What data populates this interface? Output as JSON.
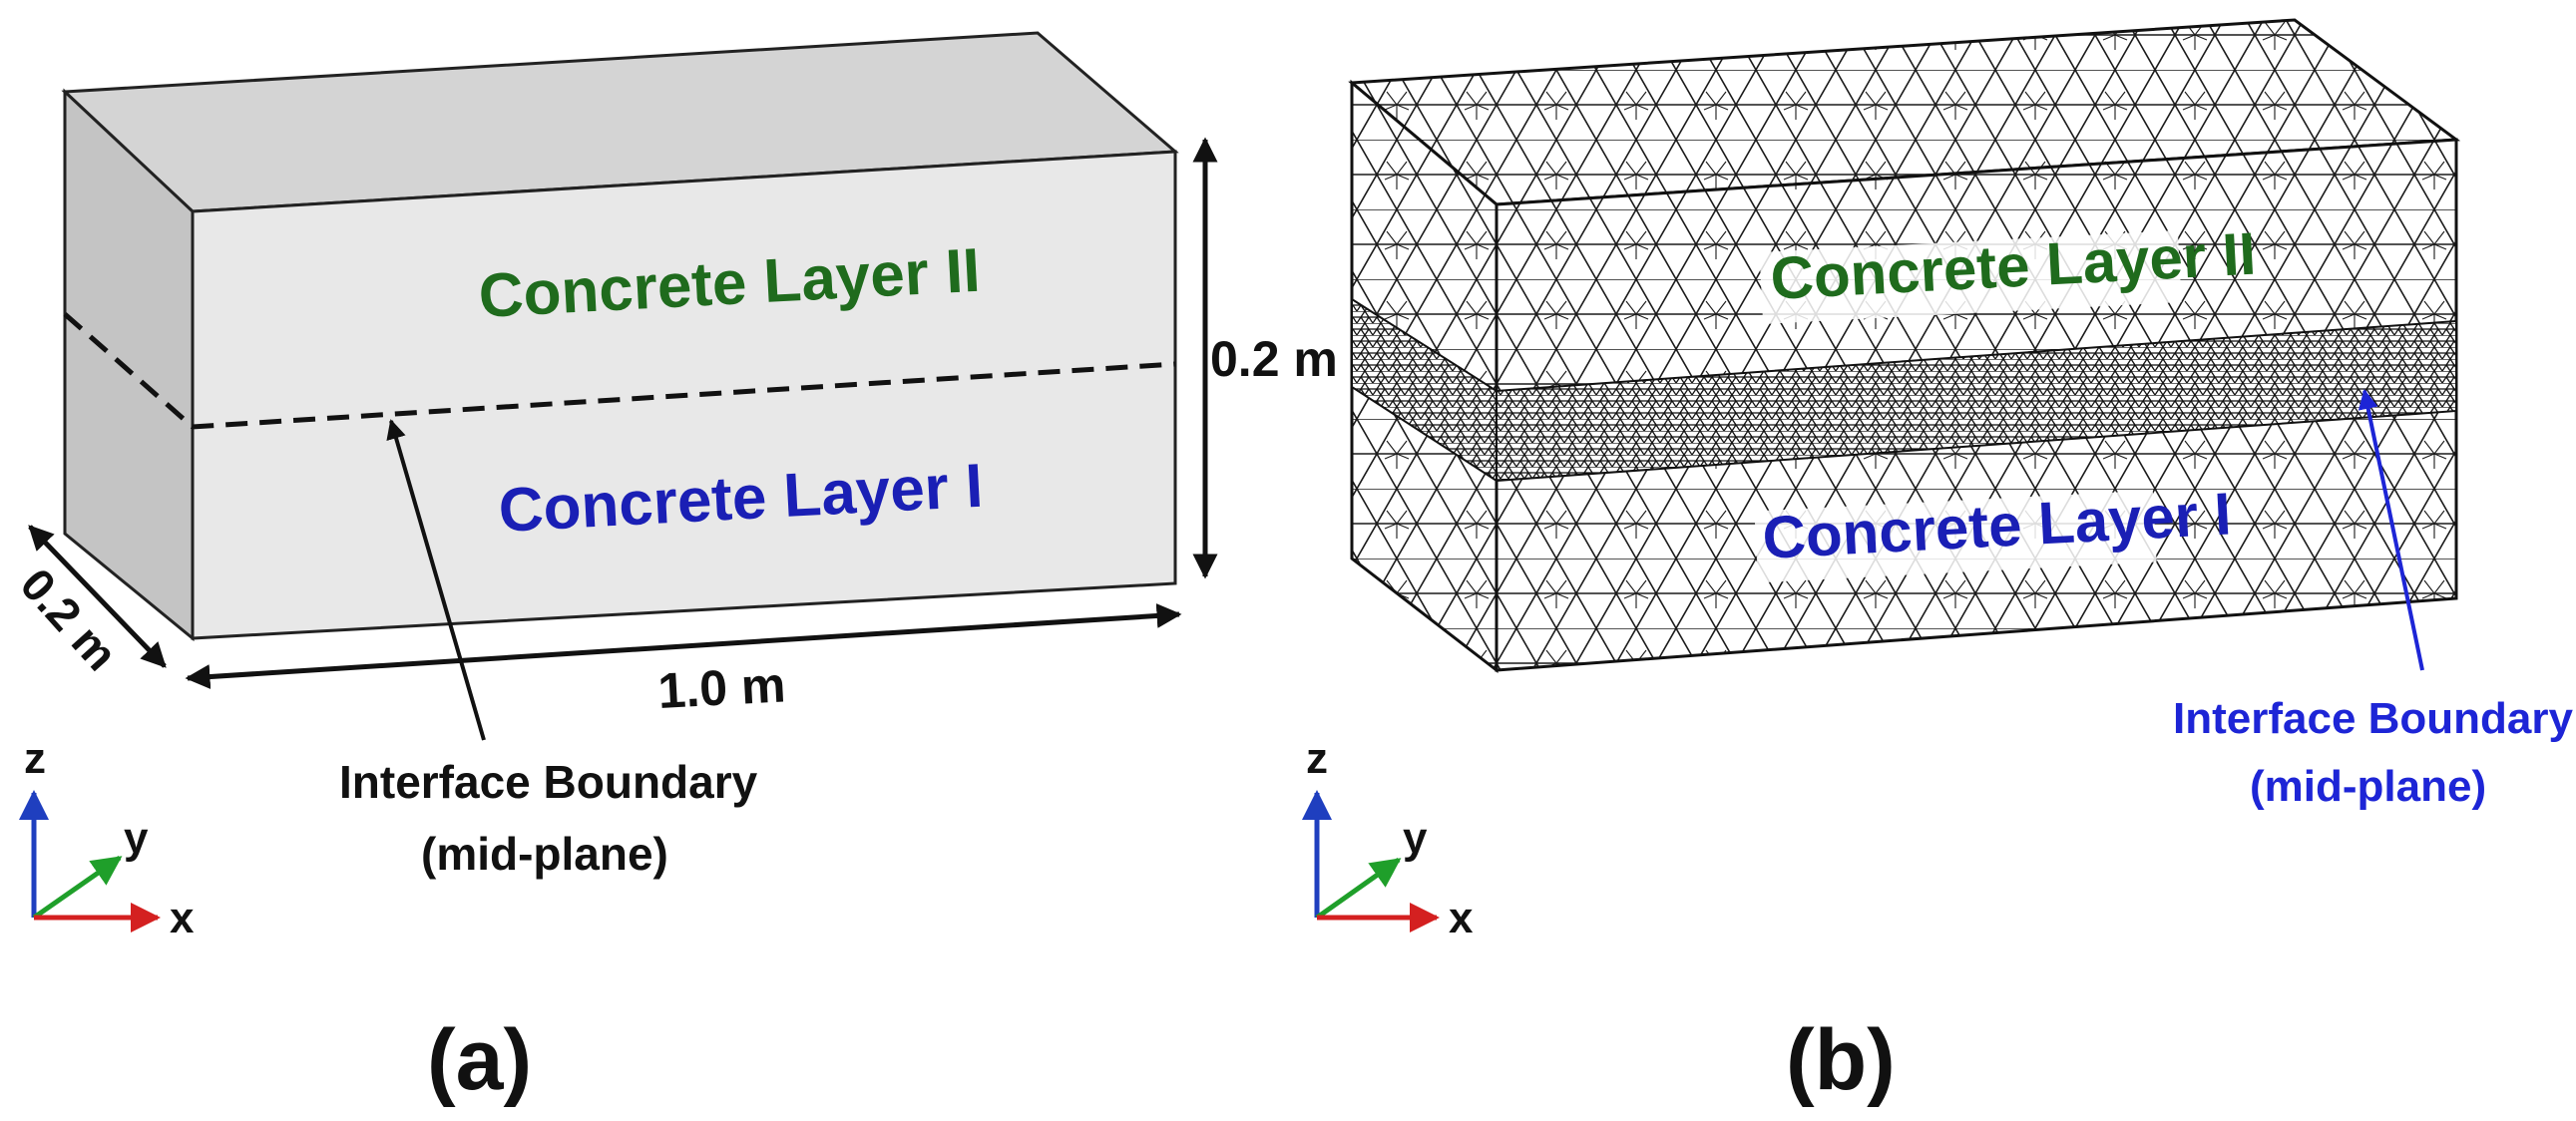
{
  "panel_a": {
    "caption": "(a)",
    "layer_top": "Concrete Layer II",
    "layer_bottom": "Concrete Layer I",
    "dim_height": "0.2 m",
    "dim_depth": "0.2 m",
    "dim_length": "1.0 m",
    "interface_line1": "Interface Boundary",
    "interface_line2": "(mid-plane)",
    "axis_z": "z",
    "axis_y": "y",
    "axis_x": "x"
  },
  "panel_b": {
    "caption": "(b)",
    "layer_top": "Concrete Layer II",
    "layer_bottom": "Concrete Layer I",
    "interface_line1": "Interface Boundary",
    "interface_line2": "(mid-plane)",
    "axis_z": "z",
    "axis_y": "y",
    "axis_x": "x"
  },
  "colors": {
    "layer_top_label": "#1f6b1d",
    "layer_bottom_label": "#1a1fb5",
    "interface_label_b": "#1d25d6",
    "axis_z": "#1f3fbf",
    "axis_y": "#1f9f2a",
    "axis_x": "#d42020",
    "box_front": "#e6e6e6",
    "box_top": "#d4d4d4",
    "box_side": "#c4c4c4"
  }
}
